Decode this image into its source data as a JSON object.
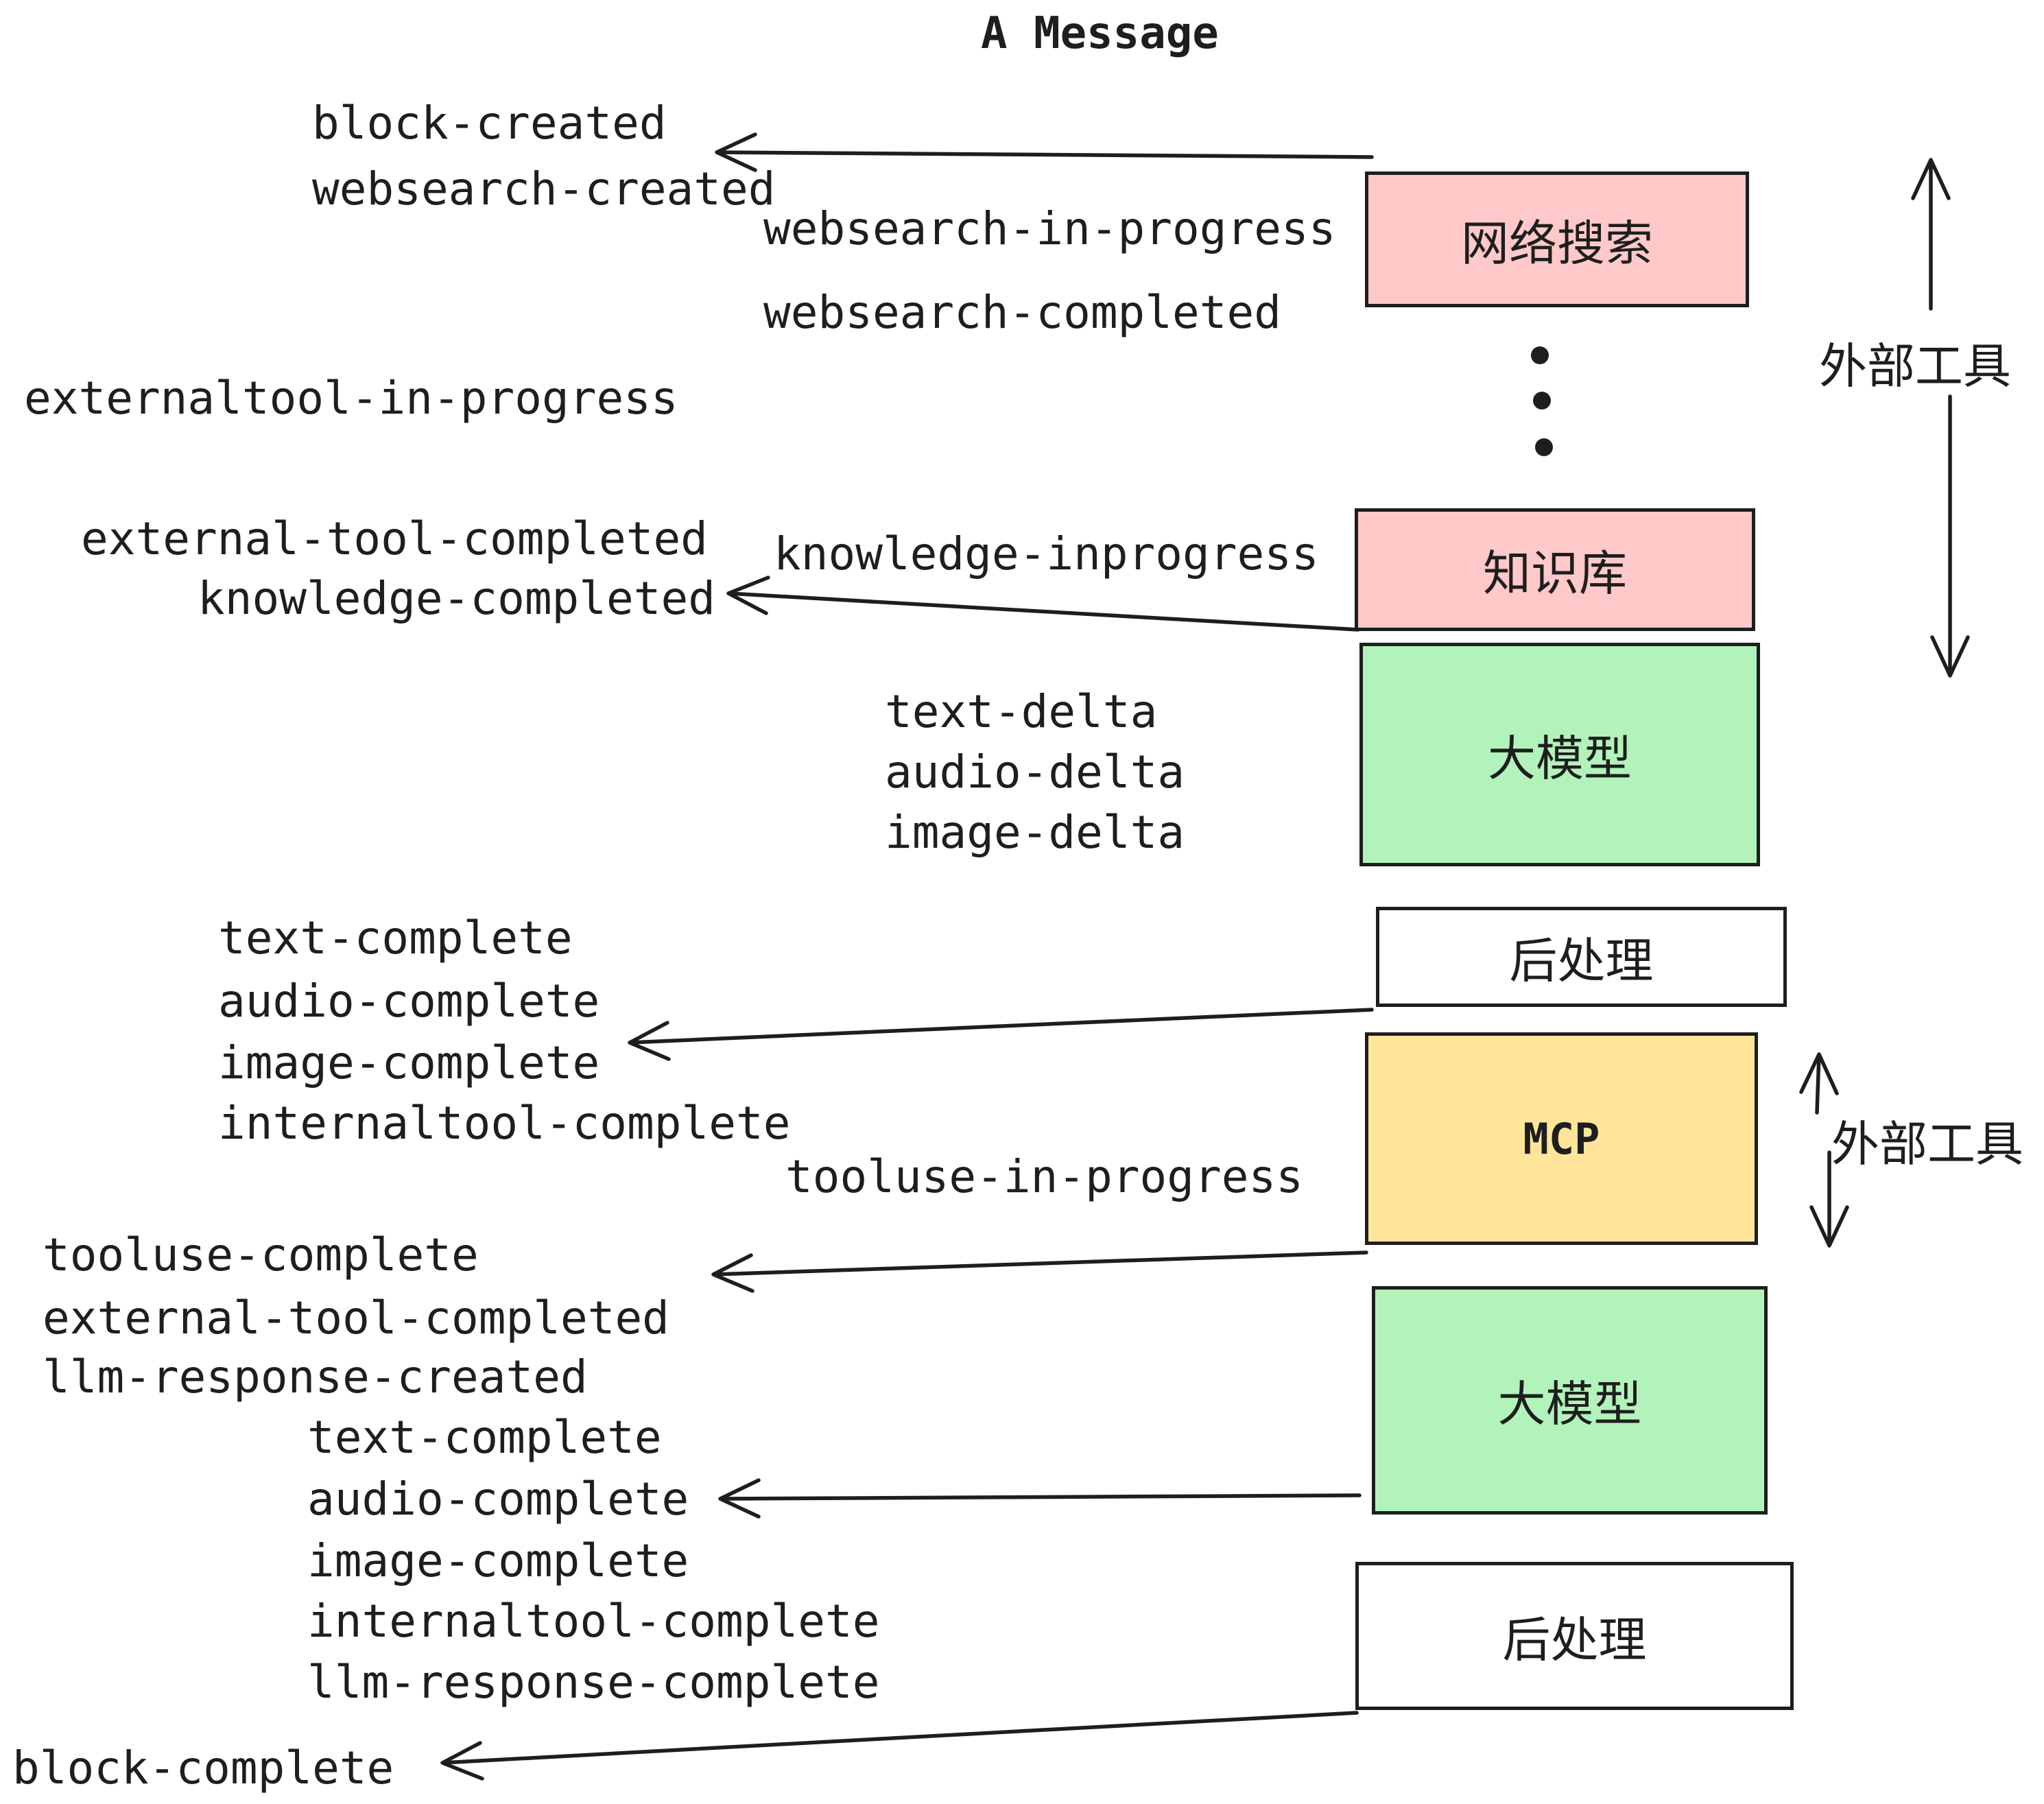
{
  "title": "A Message",
  "colors": {
    "box_pink": "#ffc9c9",
    "box_green": "#b2f2bb",
    "box_yellow": "#ffe599",
    "box_white": "#ffffff",
    "stroke": "#1e1e1e",
    "background": "#ffffff"
  },
  "icons": {
    "vertical-ellipsis-dots": "•••"
  },
  "boxes": [
    {
      "id": "websearch",
      "label": "网络搜索",
      "fill": "#ffc9c9"
    },
    {
      "id": "knowledge",
      "label": "知识库",
      "fill": "#ffc9c9"
    },
    {
      "id": "llm-1",
      "label": "大模型",
      "fill": "#b2f2bb"
    },
    {
      "id": "post-1",
      "label": "后处理",
      "fill": "#ffffff"
    },
    {
      "id": "mcp",
      "label": "MCP",
      "fill": "#ffe599"
    },
    {
      "id": "llm-2",
      "label": "大模型",
      "fill": "#b2f2bb"
    },
    {
      "id": "post-2",
      "label": "后处理",
      "fill": "#ffffff"
    }
  ],
  "side_labels": [
    "外部工具",
    "外部工具"
  ],
  "events": [
    "block-created",
    "websearch-created",
    "websearch-in-progress",
    "websearch-completed",
    "externaltool-in-progress",
    "knowledge-inprogress",
    "external-tool-completed",
    "knowledge-completed",
    "text-delta",
    "audio-delta",
    "image-delta",
    "text-complete",
    "audio-complete",
    "image-complete",
    "internaltool-complete",
    "tooluse-in-progress",
    "tooluse-complete",
    "external-tool-completed",
    "llm-response-created",
    "text-complete",
    "audio-complete",
    "image-complete",
    "internaltool-complete",
    "llm-response-complete",
    "block-complete"
  ]
}
